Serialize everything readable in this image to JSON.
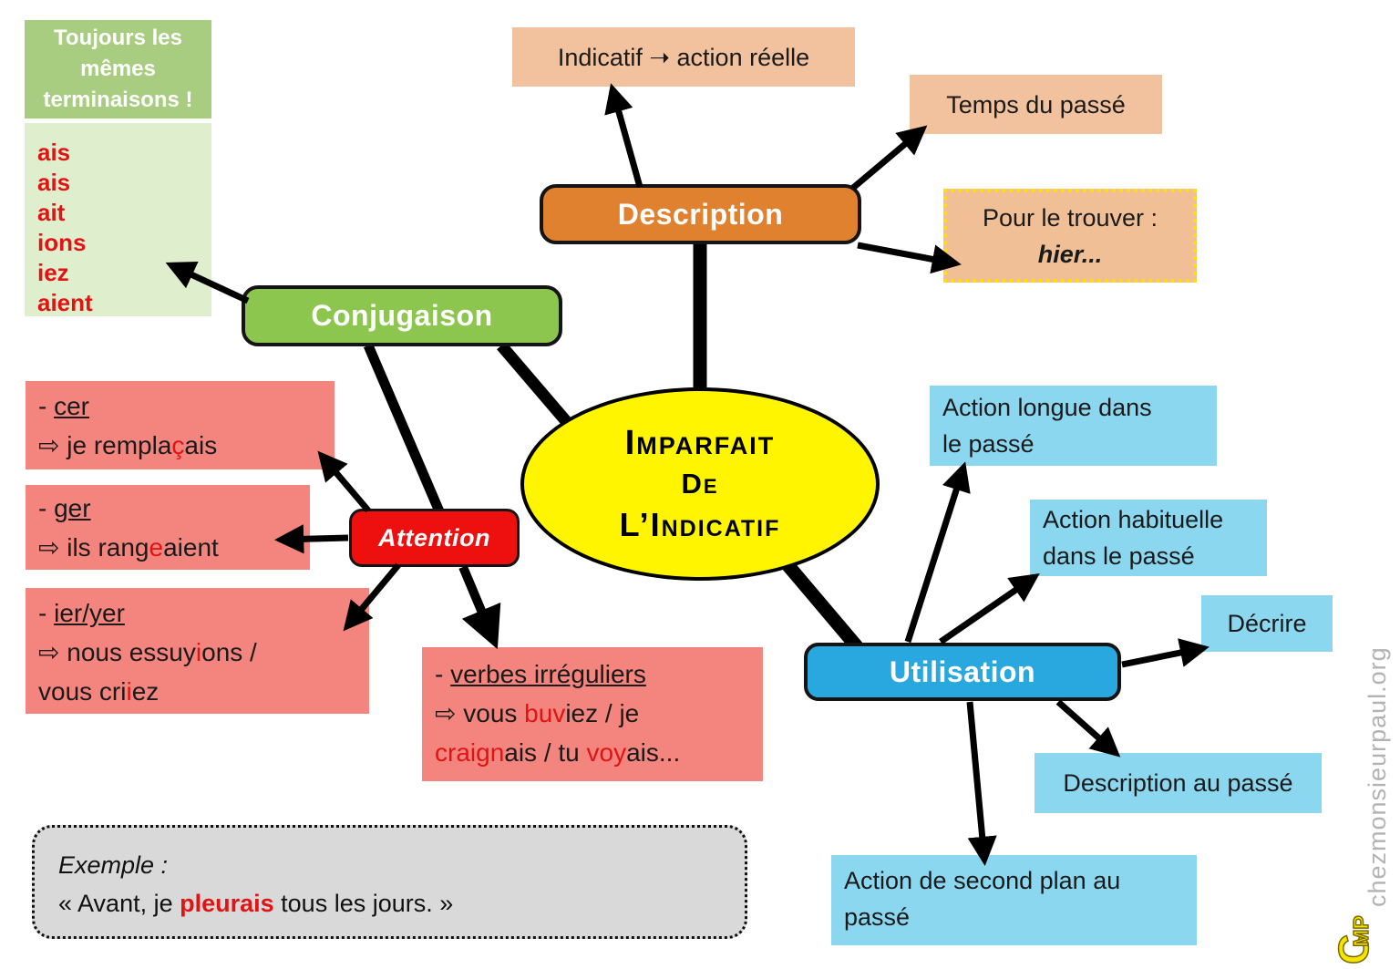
{
  "colors": {
    "peach": "#f2c29e",
    "salmon": "#f4847e",
    "light_blue": "#8bd7f0",
    "orange_node": "#e0812f",
    "green_node": "#8dc64f",
    "blue_node": "#29a8e0",
    "red_node": "#ee0f0f",
    "yellow_ellipse": "#fff500",
    "green_header": "#a9cd80",
    "green_list_bg": "#dfeecd",
    "accent_red_text": "#e11414",
    "gray_box": "#d9d9d9",
    "yellow_dotted_border": "#ffe100",
    "watermark_gray": "#b3b3b3"
  },
  "terminaisons": {
    "title_lines": [
      "Toujours les",
      "mêmes",
      "terminaisons !"
    ],
    "items": [
      "ais",
      "ais",
      "ait",
      "ions",
      "iez",
      "aient"
    ]
  },
  "center": {
    "line1": "Imparfait",
    "line2": "De",
    "line3": "L’Indicatif"
  },
  "description": {
    "label": "Description",
    "indicatif": "Indicatif ➝ action réelle",
    "temps": "Temps du passé",
    "trouver_line1": "Pour le trouver :",
    "trouver_line2": "hier..."
  },
  "conjugaison": {
    "label": "Conjugaison",
    "attention_label": "Attention",
    "cer": {
      "head": [
        [
          "- ",
          ""
        ],
        [
          "cer",
          "u"
        ]
      ],
      "body": [
        [
          "⇨ je rempla",
          ""
        ],
        [
          "ç",
          "red"
        ],
        [
          "ais",
          ""
        ]
      ]
    },
    "ger": {
      "head": [
        [
          "- ",
          ""
        ],
        [
          "ger",
          "u"
        ]
      ],
      "body": [
        [
          "⇨ ils rang",
          ""
        ],
        [
          "e",
          "red"
        ],
        [
          "aient",
          ""
        ]
      ]
    },
    "ieryer": {
      "head": [
        [
          "- ",
          ""
        ],
        [
          "ier/yer",
          "u"
        ]
      ],
      "body1": [
        [
          "⇨ nous essuy",
          ""
        ],
        [
          "i",
          "red"
        ],
        [
          "ons /",
          ""
        ]
      ],
      "body2": [
        [
          "vous cri",
          ""
        ],
        [
          "i",
          "red"
        ],
        [
          "ez",
          ""
        ]
      ]
    },
    "irreguliers": {
      "head": [
        [
          "- ",
          ""
        ],
        [
          "verbes irréguliers",
          "u"
        ]
      ],
      "body1": [
        [
          "⇨ vous ",
          ""
        ],
        [
          "buv",
          "red"
        ],
        [
          "iez / je",
          ""
        ]
      ],
      "body2": [
        [
          "craign",
          "red"
        ],
        [
          "ais / tu ",
          ""
        ],
        [
          "voy",
          "red"
        ],
        [
          "ais...",
          ""
        ]
      ]
    }
  },
  "utilisation": {
    "label": "Utilisation",
    "longue_lines": [
      "Action longue dans",
      "le passé"
    ],
    "habituelle_lines": [
      "Action habituelle",
      "dans le passé"
    ],
    "decrire": "Décrire",
    "description_passe": "Description au passé",
    "second_plan_lines": [
      "Action de second plan au",
      "passé"
    ]
  },
  "exemple": {
    "label": "Exemple :",
    "sentence": [
      [
        "« Avant, je ",
        ""
      ],
      [
        "pleurais",
        "redb"
      ],
      [
        " tous les jours. »",
        ""
      ]
    ]
  },
  "watermark": "chezmonsieurpaul.org",
  "logo": {
    "c": "C",
    "mp": "MP"
  }
}
